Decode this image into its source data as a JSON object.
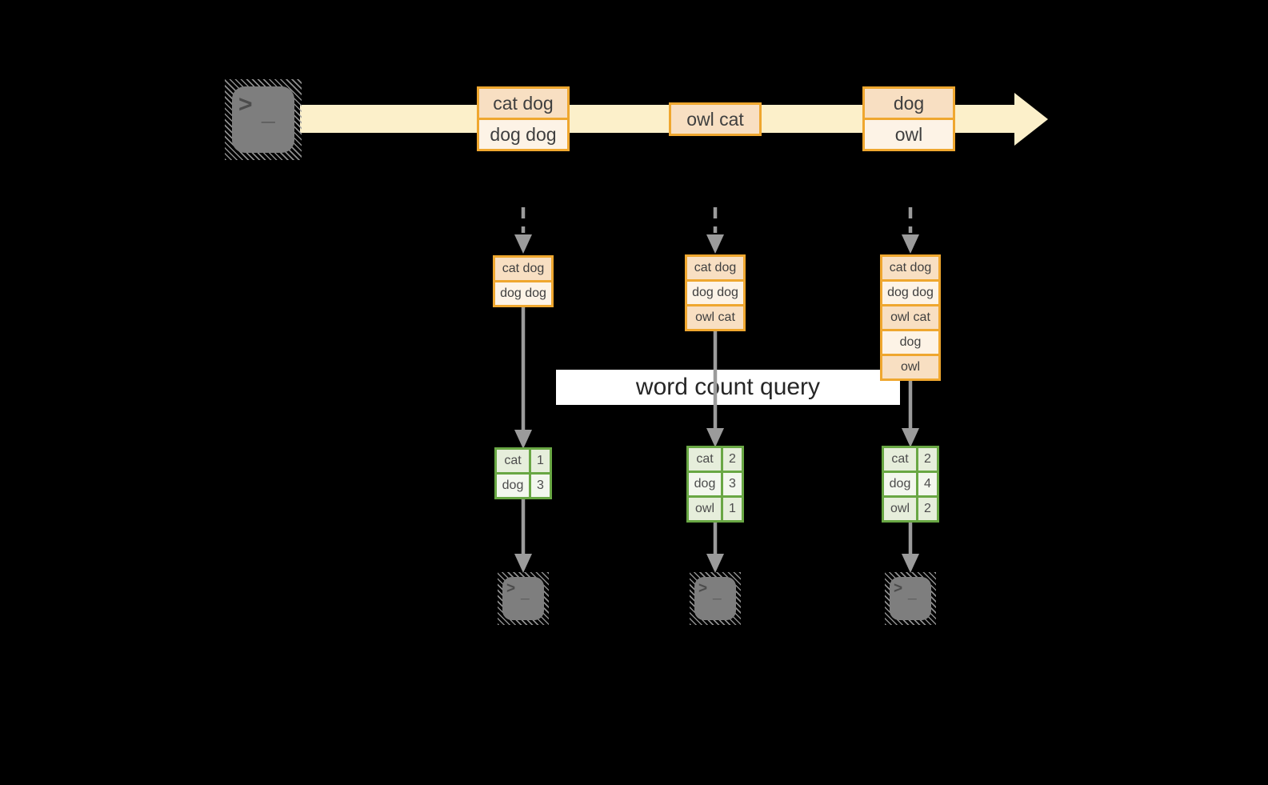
{
  "palette": {
    "background": "#000000",
    "stream_band": "#fcf0ca",
    "record_border": "#efa72f",
    "record_fill_a": "#f8dfc2",
    "record_fill_b": "#fdf3e6",
    "table_border": "#69a744",
    "table_fill_a": "#e6eedb",
    "table_fill_b": "#f3f7ee",
    "arrow_gray": "#9b9b9b",
    "terminal_gray": "#7e7e7e"
  },
  "terminal": {
    "prompt_glyph": ">",
    "cursor_glyph": "_"
  },
  "query": {
    "label": "word count query"
  },
  "stream": {
    "batches": [
      {
        "records": [
          "cat dog",
          "dog dog"
        ]
      },
      {
        "records": [
          "owl cat"
        ]
      },
      {
        "records": [
          "dog",
          "owl"
        ]
      }
    ]
  },
  "micro_batches": [
    {
      "input_records": [
        "cat dog",
        "dog dog"
      ],
      "result_rows": [
        {
          "word": "cat",
          "count": "1"
        },
        {
          "word": "dog",
          "count": "3"
        }
      ]
    },
    {
      "input_records": [
        "cat dog",
        "dog dog",
        "owl cat"
      ],
      "result_rows": [
        {
          "word": "cat",
          "count": "2"
        },
        {
          "word": "dog",
          "count": "3"
        },
        {
          "word": "owl",
          "count": "1"
        }
      ]
    },
    {
      "input_records": [
        "cat dog",
        "dog dog",
        "owl cat",
        "dog",
        "owl"
      ],
      "result_rows": [
        {
          "word": "cat",
          "count": "2"
        },
        {
          "word": "dog",
          "count": "4"
        },
        {
          "word": "owl",
          "count": "2"
        }
      ]
    }
  ]
}
